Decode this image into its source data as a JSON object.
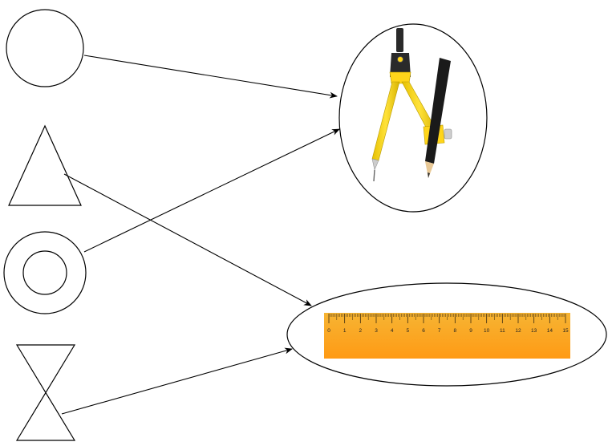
{
  "shapes": [
    {
      "id": "circle",
      "name": "circle"
    },
    {
      "id": "triangle",
      "name": "triangle"
    },
    {
      "id": "concentric-circles",
      "name": "concentric circles"
    },
    {
      "id": "hourglass",
      "name": "hourglass (two triangles meeting at a vertex)"
    }
  ],
  "tools": [
    {
      "id": "compass",
      "name": "drawing compass with pencil",
      "colors": {
        "arms": "#f5d316",
        "head": "#2a2a2a",
        "pencil": "#1a1a1a"
      }
    },
    {
      "id": "ruler",
      "name": "ruler",
      "colors": {
        "body_top": "#f6b433",
        "body_bottom": "#ff9a14",
        "ticks": "#3a2a10"
      }
    }
  ],
  "ruler": {
    "tick_labels": [
      "0",
      "1",
      "2",
      "3",
      "4",
      "5",
      "6",
      "7",
      "8",
      "9",
      "10",
      "11",
      "12",
      "13",
      "14",
      "15"
    ]
  },
  "connections": [
    {
      "from": "circle",
      "to": "compass"
    },
    {
      "from": "concentric-circles",
      "to": "compass"
    },
    {
      "from": "triangle",
      "to": "ruler"
    },
    {
      "from": "hourglass",
      "to": "ruler"
    }
  ]
}
